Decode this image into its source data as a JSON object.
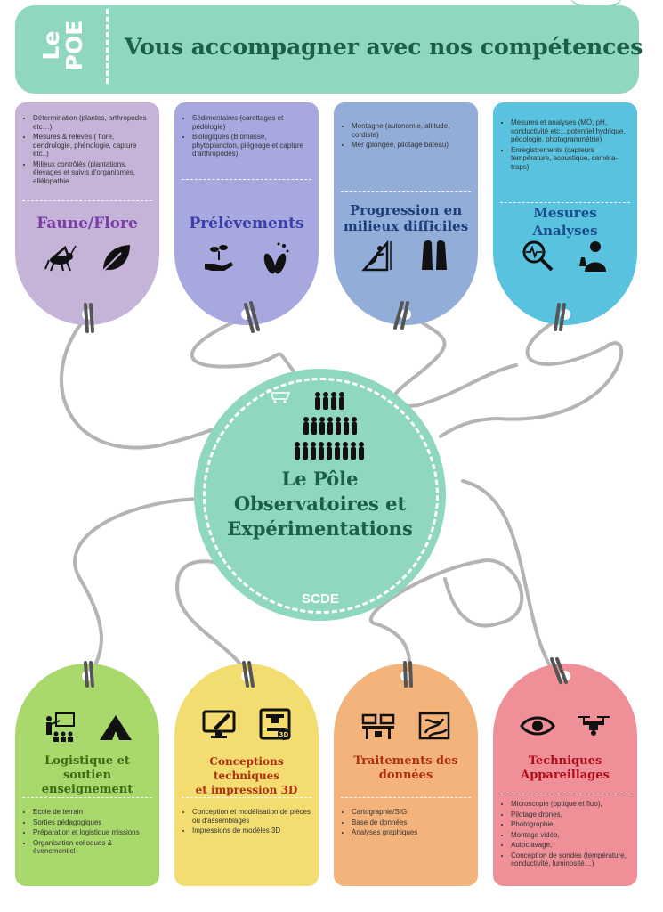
{
  "header": {
    "tag_line1": "Le",
    "tag_line2": "POE",
    "title": "Vous accompagner avec nos compétences"
  },
  "center": {
    "title_line1": "Le Pôle",
    "title_line2": "Observatoires et",
    "title_line3": "Expérimentations",
    "badge": "SCDE"
  },
  "top_cards": [
    {
      "title": "Faune/Flore",
      "color": "#c6b3d8",
      "title_color": "#7b3ea8",
      "items": [
        "Détermination (plantes, arthropodes etc…)",
        "Mesures & relevés ( flore, dendrologie, phénologie, capture etc..)",
        "Milieux contrôlés (plantations, élevages et suivis d'organismes, allélopathie"
      ],
      "icons": [
        "grasshopper-icon",
        "leaf-icon"
      ]
    },
    {
      "title": "Prélèvements",
      "color": "#a8a8e0",
      "title_color": "#3b3fa8",
      "items": [
        "Sédimentaires (carottages et pédologie)",
        "Biologiques (Biomasse, phytoplancton, piégeage et capture d'arthropodes)"
      ],
      "icons": [
        "plant-hand-icon",
        "phytoplankton-icon"
      ]
    },
    {
      "title_line1": "Progression en",
      "title_line2": "milieux difficiles",
      "color": "#92aed8",
      "title_color": "#1d3e7a",
      "items": [
        "Montagne (autonomie, altitude, cordiste)",
        "Mer (plongée, pilotage bateau)"
      ],
      "icons": [
        "climber-icon",
        "flippers-icon"
      ]
    },
    {
      "title_line1": "Mesures",
      "title_line2": "Analyses",
      "color": "#58c2df",
      "title_color": "#1a4e8a",
      "items": [
        "Mesures et analyses (MO, pH, conductivité etc…potentiel hydrique, pédologie, photogrammétrie)",
        "Enregistrements (capteurs température, acoustique, caméra-traps)"
      ],
      "icons": [
        "magnifier-pulse-icon",
        "scientist-icon"
      ]
    }
  ],
  "bottom_cards": [
    {
      "title_line1": "Logistique et soutien",
      "title_line2": "enseignement",
      "color": "#a9d86c",
      "title_color": "#3c6b12",
      "items": [
        "Ecole de terrain",
        "Sorties pédagogiques",
        "Préparation et logistique missions",
        "Organisation colloques & évenementiel"
      ],
      "icons": [
        "teacher-board-icon",
        "tent-icon"
      ]
    },
    {
      "title_line1": "Conceptions techniques",
      "title_line2": "et impression 3D",
      "color": "#f3dd70",
      "title_color": "#b02f12",
      "items": [
        "Conception et modélisation de pièces ou d'assemblages",
        "Impressions de modèles 3D"
      ],
      "icons": [
        "monitor-pen-icon",
        "3d-printer-icon"
      ]
    },
    {
      "title_line1": "Traitements des",
      "title_line2": "données",
      "color": "#f4b37a",
      "title_color": "#b02f12",
      "items": [
        "Cartographie/SIG",
        "Base de données",
        "Analyses graphiques"
      ],
      "icons": [
        "workstations-icon",
        "map-icon"
      ]
    },
    {
      "title_line1": "Techniques",
      "title_line2": "Appareillages",
      "color": "#ef8f98",
      "title_color": "#b00c1c",
      "items": [
        "Microscopie (optique et fluo),",
        "Pilotage drones,",
        "Photographie,",
        "Montage vidéo,",
        "Autoclavage,",
        "Conception de sondes (température, conductivité, luminosité…)"
      ],
      "icons": [
        "eye-icon",
        "drone-icon"
      ]
    }
  ]
}
